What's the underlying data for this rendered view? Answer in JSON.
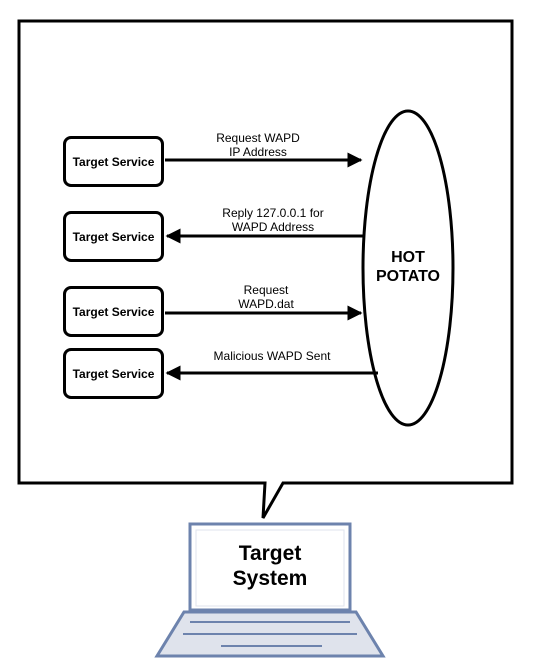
{
  "diagram": {
    "targets": [
      {
        "label": "Target Service"
      },
      {
        "label": "Target Service"
      },
      {
        "label": "Target Service"
      },
      {
        "label": "Target Service"
      }
    ],
    "arrows": [
      {
        "line1": "Request WAPD",
        "line2": "IP Address",
        "direction": "to-hot-potato"
      },
      {
        "line1": "Reply 127.0.0.1 for",
        "line2": "WAPD Address",
        "direction": "to-target"
      },
      {
        "line1": "Request",
        "line2": "WAPD.dat",
        "direction": "to-hot-potato"
      },
      {
        "line1": "Malicious WAPD Sent",
        "line2": "",
        "direction": "to-target"
      }
    ],
    "hot_potato": {
      "line1": "HOT",
      "line2": "POTATO"
    },
    "laptop": {
      "line1": "Target",
      "line2": "System"
    }
  },
  "colors": {
    "outline": "#000000",
    "laptop_frame": "#6d83ad",
    "laptop_fill": "#dfe3ec"
  }
}
